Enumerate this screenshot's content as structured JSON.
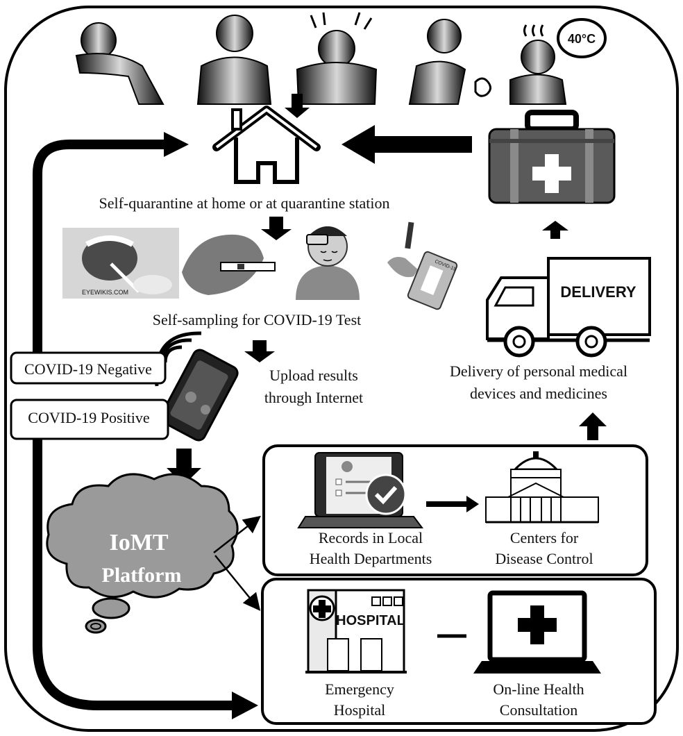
{
  "quarantine_caption": "Self-quarantine at home or at quarantine station",
  "sampling_caption": "Self-sampling for COVID-19 Test",
  "fever_bubble": "40°C",
  "results": {
    "negative": "COVID-19 Negative",
    "positive": "COVID-19 Positive"
  },
  "upload_caption": [
    "Upload results",
    "through Internet"
  ],
  "delivery_caption": [
    "Delivery of personal medical",
    "devices and medicines"
  ],
  "truck_sign": "DELIVERY",
  "platform": {
    "line1": "IoMT",
    "line2": "Platform"
  },
  "records_caption": [
    "Records in Local",
    "Health Departments"
  ],
  "cdc_caption": [
    "Centers for",
    "Disease Control"
  ],
  "hospital_sign": "HOSPITAL",
  "hospital_caption": [
    "Emergency",
    "Hospital"
  ],
  "consult_caption": [
    "On-line Health",
    "Consultation"
  ],
  "swab_watermark": "EYEWIKIS.COM",
  "test_kit_label": "COVID-19",
  "colors": {
    "line": "#000000",
    "cloud": "#9a9a9a",
    "medkit": "#5a5a5a",
    "figure_dark": "#1a1a1a",
    "figure_light": "#cfcfcf"
  }
}
